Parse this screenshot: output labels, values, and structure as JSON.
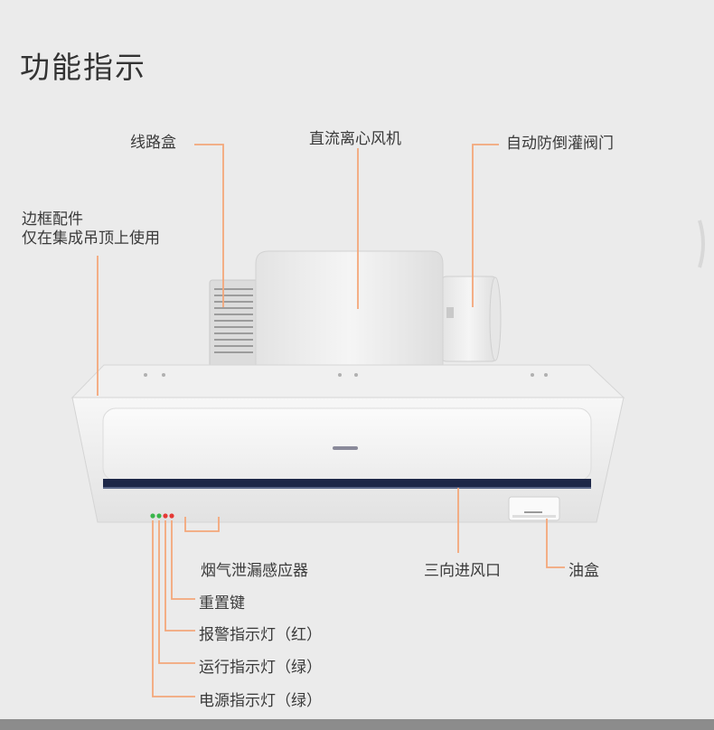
{
  "header": {
    "title": "功能指示"
  },
  "callouts": {
    "wiring_box": "线路盒",
    "dc_fan": "直流离心风机",
    "backflow_valve": "自动防倒灌阀门",
    "frame_line1": "边框配件",
    "frame_line2": "仅在集成吊顶上使用",
    "gas_sensor": "烟气泄漏感应器",
    "inlet": "三向进风口",
    "oil_box": "油盒",
    "reset_key": "重置键",
    "alarm_light": "报警指示灯（红）",
    "run_light": "运行指示灯（绿）",
    "power_light": "电源指示灯（绿）"
  },
  "colors": {
    "leader_line": "#f4a77a",
    "indicator_green": "#39b54a",
    "indicator_red": "#e53935",
    "trim_navy": "#1d2747"
  }
}
